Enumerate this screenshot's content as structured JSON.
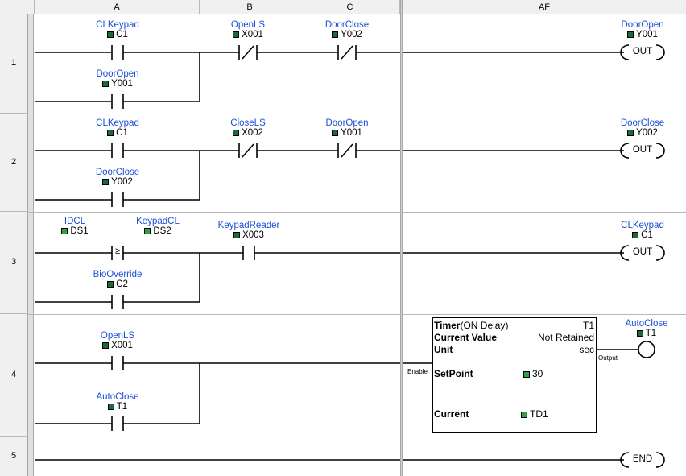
{
  "columns": {
    "a": "A",
    "b": "B",
    "c": "C",
    "af": "AF"
  },
  "rows": [
    "1",
    "2",
    "3",
    "4",
    "5"
  ],
  "rungs": {
    "r1": {
      "c1": {
        "tag": "CLKeypad",
        "addr": "C1"
      },
      "c2": {
        "tag": "OpenLS",
        "addr": "X001"
      },
      "c3": {
        "tag": "DoorClose",
        "addr": "Y002"
      },
      "c4": {
        "tag": "DoorOpen",
        "addr": "Y001"
      },
      "coil": {
        "tag": "DoorOpen",
        "addr": "Y001",
        "label": "OUT"
      }
    },
    "r2": {
      "c1": {
        "tag": "CLKeypad",
        "addr": "C1"
      },
      "c2": {
        "tag": "CloseLS",
        "addr": "X002"
      },
      "c3": {
        "tag": "DoorOpen",
        "addr": "Y001"
      },
      "c4": {
        "tag": "DoorClose",
        "addr": "Y002"
      },
      "coil": {
        "tag": "DoorClose",
        "addr": "Y002",
        "label": "OUT"
      }
    },
    "r3": {
      "cmp_a": {
        "tag": "IDCL",
        "addr": "DS1"
      },
      "cmp_b": {
        "tag": "KeypadCL",
        "addr": "DS2"
      },
      "cmp_sym": "≥",
      "c2": {
        "tag": "KeypadReader",
        "addr": "X003"
      },
      "c4": {
        "tag": "BioOverride",
        "addr": "C2"
      },
      "coil": {
        "tag": "CLKeypad",
        "addr": "C1",
        "label": "OUT"
      }
    },
    "r4": {
      "c1": {
        "tag": "OpenLS",
        "addr": "X001"
      },
      "c4": {
        "tag": "AutoClose",
        "addr": "T1"
      },
      "enable": "Enable",
      "output": "Output",
      "timer": {
        "title": "Timer",
        "title_sub": "(ON Delay)",
        "id": "T1",
        "current_value_label": "Current Value",
        "current_value": "Not Retained",
        "unit_label": "Unit",
        "unit": "sec",
        "setpoint_label": "SetPoint",
        "setpoint": "30",
        "current_label": "Current",
        "current": "TD1"
      },
      "coil": {
        "tag": "AutoClose",
        "addr": "T1"
      }
    },
    "r5": {
      "end": "END"
    }
  }
}
